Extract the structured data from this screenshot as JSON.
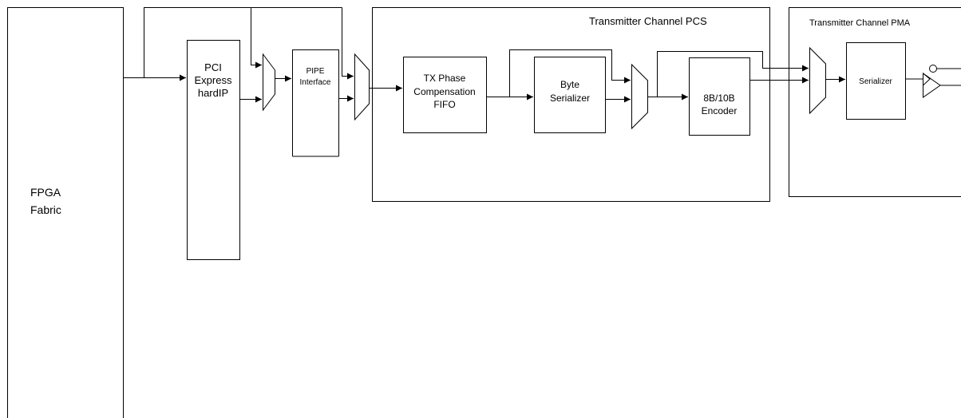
{
  "fpga_fabric": {
    "line1": "FPGA",
    "line2": "Fabric"
  },
  "pci_express": {
    "line1": "PCI",
    "line2": "Express",
    "line3": "hardIP"
  },
  "pipe_interface": {
    "line1": "PIPE",
    "line2": "Interface"
  },
  "pcs": {
    "title": "Transmitter Channel PCS",
    "tx_phase_fifo": {
      "line1": "TX Phase",
      "line2": "Compensation",
      "line3": "FIFO"
    },
    "byte_serializer": {
      "line1": "Byte",
      "line2": "Serializer"
    },
    "encoder": {
      "line1": "8B/10B",
      "line2": "Encoder"
    }
  },
  "pma": {
    "title": "Transmitter Channel PMA",
    "serializer": {
      "label": "Serializer"
    }
  }
}
